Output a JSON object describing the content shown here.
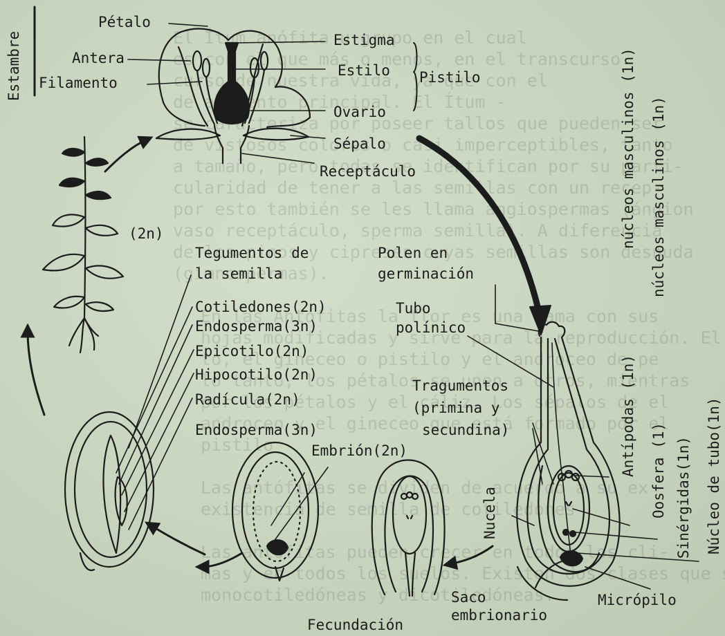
{
  "background_text": [
    "El Ítum anófita u grupo en el cual",
    "es con el que más o menos, en el transcurso",
    "curso de nuestra vida, ya que con el",
    "de alimento principal. El Ítum -",
    "se caracteriza por poseer tallos que pueden ser",
    "de vistosos colores o casi imperceptibles, tanto",
    "a tamaño, pero todas se identifican por su parti-",
    "cularidad de tener a las semillas con un recep-",
    "por esto también se les llama angiospermas (ángion",
    "vaso receptáculo, sperma semilla). A diferencia",
    "de los pinos y cipreses cuyas semillas son desnuda",
    "(gimnospermas).",
    "",
    "En las Antófitas la flor es una rama con sus",
    "hojas modificadas y sirve para la reproducción. El ama",
    "to, el gineceo o pistilo y el androceo de pe",
    "lo tanto, los pétalos se unen a otros, mientras",
    "por los pétalos y el cáliz. Los sépalos de el",
    "androceo y el gineceo que está formado por el",
    "pistilo",
    "",
    "Las antófitas se dividen de acuerdo a su ex",
    "existencia de semilla de cotiledones",
    "",
    "Las antófitas pueden crecer en todos los cli-",
    "mas y en todos los suelos. Existen dos clases que son:",
    "monocotiledóneas y dicotiledóneas."
  ],
  "labels": {
    "estambre": "Estambre",
    "petalo": "Pétalo",
    "antera": "Antera",
    "filamento": "Filamento",
    "estigma": "Estigma",
    "estilo": "Estilo",
    "pistilo": "Pistilo",
    "ovario": "Ovario",
    "sepalo": "Sépalo",
    "receptaculo": "Receptáculo",
    "ploidy_plant": "(2n)",
    "tegumentos_1": "Tegumentos de",
    "tegumentos_2": "la semilla",
    "polen_1": "Polen en",
    "polen_2": "germinación",
    "cotiledones": "Cotiledones(2n)",
    "endosperma_a": "Endosperma(3n)",
    "epicotilo": "Epicotilo(2n)",
    "hipocotilo": "Hipocotilo(2n)",
    "radicula": "Radícula(2n)",
    "tubo_1": "Tubo",
    "tubo_2": "polínico",
    "tragumentos_1": "Tragumentos",
    "tragumentos_2": "(primina y",
    "tragumentos_3": "secundina)",
    "endosperma_b": "Endosperma(3n)",
    "embrion": "Embrión(2n)",
    "nucela": "Nucela",
    "saco_1": "Saco",
    "saco_2": "embrionario",
    "fecundacion": "Fecundación",
    "micropilo": "Micrópilo",
    "nucleos_1": "núcleos masculinos (1n)",
    "nucleos_2": "núcleos masculinos (1n)",
    "antipodas": "Antípodas (1n)",
    "oosfera": "Oosfera (1)",
    "sinergidas": "Sinérgidas(1n)",
    "nucleo_tubo": "Núcleo de tubo(1n)"
  },
  "colors": {
    "ink": "#1c1c1c",
    "paper": "#c9d6c0"
  }
}
